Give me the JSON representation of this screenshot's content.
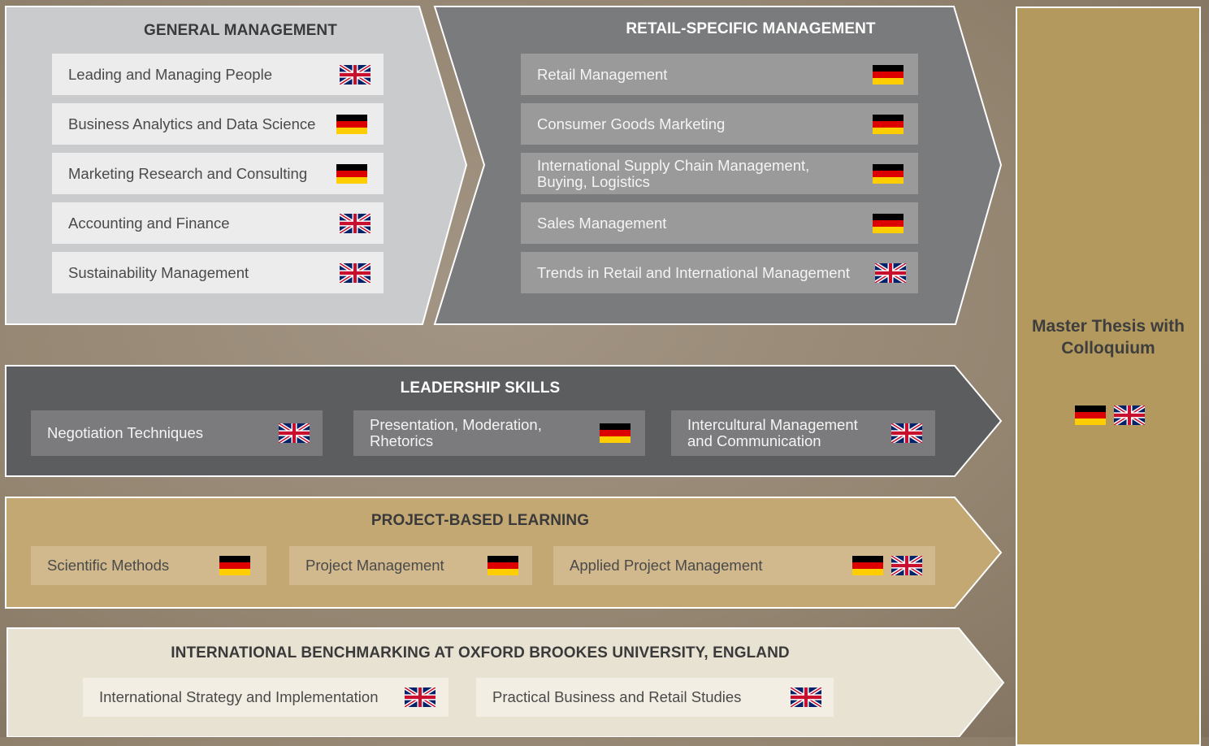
{
  "colors": {
    "general_bg": "#c9cbcd",
    "retail_bg": "#7a7b7d",
    "leadership_bg": "#5c5d5f",
    "project_bg": "#c3a874",
    "international_bg": "#e8e2d3",
    "thesis_bg": "#b3995d"
  },
  "general": {
    "title": "GENERAL MANAGEMENT",
    "items": [
      {
        "label": "Leading and Managing People",
        "flags": [
          "uk-flag-icon"
        ]
      },
      {
        "label": "Business Analytics and Data Science",
        "flags": [
          "germany-flag-icon"
        ]
      },
      {
        "label": "Marketing Research and Consulting",
        "flags": [
          "germany-flag-icon"
        ]
      },
      {
        "label": "Accounting and Finance",
        "flags": [
          "uk-flag-icon"
        ]
      },
      {
        "label": "Sustainability Management",
        "flags": [
          "uk-flag-icon"
        ]
      }
    ]
  },
  "retail": {
    "title": "RETAIL-SPECIFIC MANAGEMENT",
    "items": [
      {
        "label": "Retail Management",
        "flags": [
          "germany-flag-icon"
        ]
      },
      {
        "label": "Consumer Goods Marketing",
        "flags": [
          "germany-flag-icon"
        ]
      },
      {
        "label": "International Supply Chain Management, Buying, Logistics",
        "flags": [
          "germany-flag-icon"
        ]
      },
      {
        "label": "Sales Management",
        "flags": [
          "germany-flag-icon"
        ]
      },
      {
        "label": "Trends in Retail and International Management",
        "flags": [
          "uk-flag-icon"
        ]
      }
    ]
  },
  "leadership": {
    "title": "LEADERSHIP SKILLS",
    "items": [
      {
        "label": "Negotiation Techniques",
        "flags": [
          "uk-flag-icon"
        ]
      },
      {
        "label": "Presentation, Moderation, Rhetorics",
        "flags": [
          "germany-flag-icon"
        ]
      },
      {
        "label": "Intercultural Management and Communication",
        "flags": [
          "uk-flag-icon"
        ]
      }
    ]
  },
  "project": {
    "title": "PROJECT-BASED LEARNING",
    "items": [
      {
        "label": "Scientific Methods",
        "flags": [
          "germany-flag-icon"
        ]
      },
      {
        "label": "Project Management",
        "flags": [
          "germany-flag-icon"
        ]
      },
      {
        "label": "Applied Project Management",
        "flags": [
          "germany-flag-icon",
          "uk-flag-icon"
        ]
      }
    ]
  },
  "international": {
    "title": "INTERNATIONAL BENCHMARKING AT OXFORD BROOKES UNIVERSITY, ENGLAND",
    "items": [
      {
        "label": "International Strategy and Implementation",
        "flags": [
          "uk-flag-icon"
        ]
      },
      {
        "label": "Practical Business and Retail Studies",
        "flags": [
          "uk-flag-icon"
        ]
      }
    ]
  },
  "thesis": {
    "title": "Master Thesis with Colloquium",
    "flags": [
      "germany-flag-icon",
      "uk-flag-icon"
    ]
  }
}
